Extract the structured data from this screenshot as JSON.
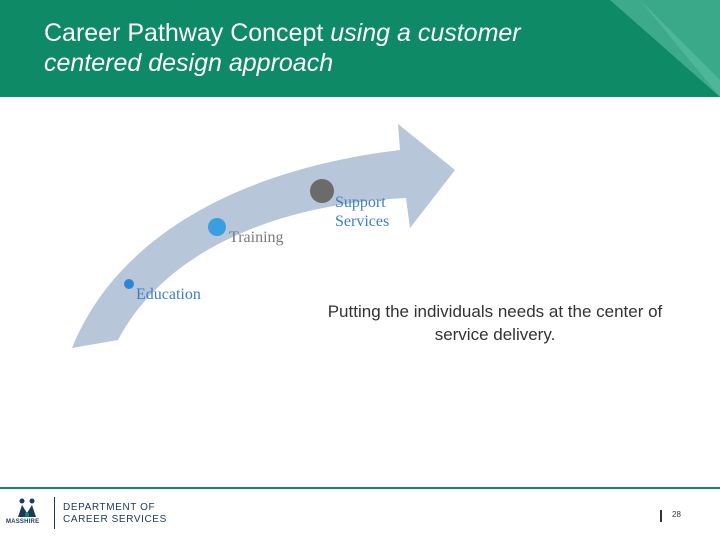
{
  "header": {
    "title_plain": "Career Pathway Concept ",
    "title_italic_1": "using a customer",
    "title_italic_2": "centered design approach",
    "color": "#0e8a66"
  },
  "diagram": {
    "arrow_color": "#b7c6d8",
    "stages": [
      {
        "label": "Education",
        "dot_color": "#2f86d0",
        "icon": "circle-dot-icon"
      },
      {
        "label": "Training",
        "dot_color": "#3a9ee0",
        "icon": "circle-dot-icon"
      },
      {
        "label_line1": "Support",
        "label_line2": "Services",
        "dot_color": "#6b6b6b",
        "icon": "circle-dot-icon"
      }
    ]
  },
  "body_text": "Putting the individuals needs at the center of service delivery.",
  "footer": {
    "logo_text": "MASSHIRE",
    "dept_line1": "DEPARTMENT OF",
    "dept_line2": "CAREER SERVICES",
    "page_number": "28"
  }
}
